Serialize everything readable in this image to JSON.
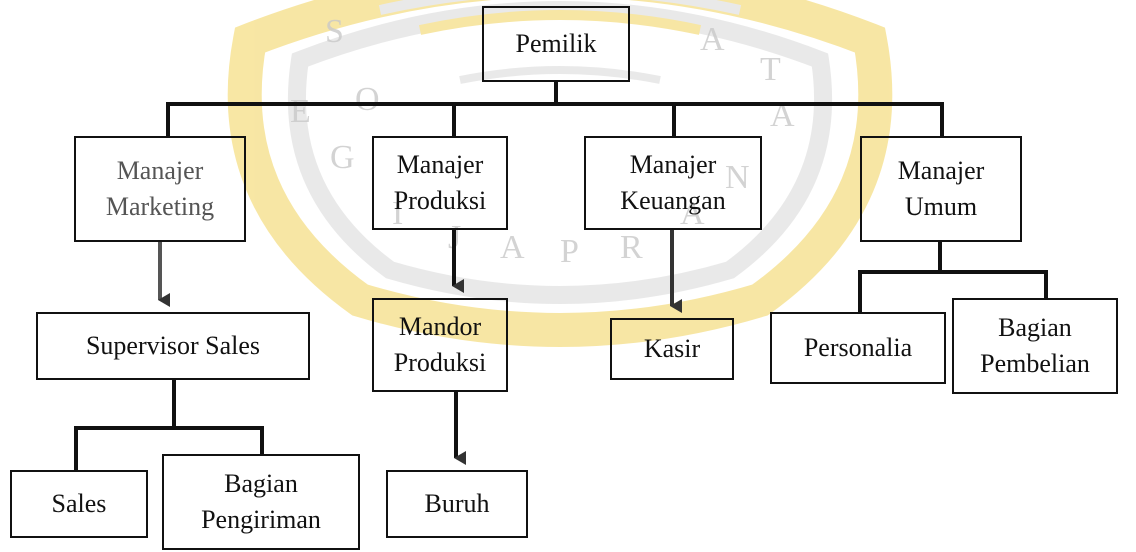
{
  "diagram": {
    "owner": "Pemilik",
    "managers": {
      "marketing": "Manajer\nMarketing",
      "produksi": "Manajer\nProduksi",
      "keuangan": "Manajer\nKeuangan",
      "umum": "Manajer\nUmum"
    },
    "staff": {
      "supervisor_sales": "Supervisor Sales",
      "mandor_produksi": "Mandor\nProduksi",
      "kasir": "Kasir",
      "personalia": "Personalia",
      "bagian_pembelian": "Bagian\nPembelian",
      "sales": "Sales",
      "bagian_pengiriman": "Bagian\nPengiriman",
      "buruh": "Buruh"
    },
    "watermark_text": "SOEGIJAPRANATA",
    "colors": {
      "line": "#111111",
      "watermark_gold": "#f2d35a",
      "watermark_grey": "#c9c9c9"
    }
  }
}
